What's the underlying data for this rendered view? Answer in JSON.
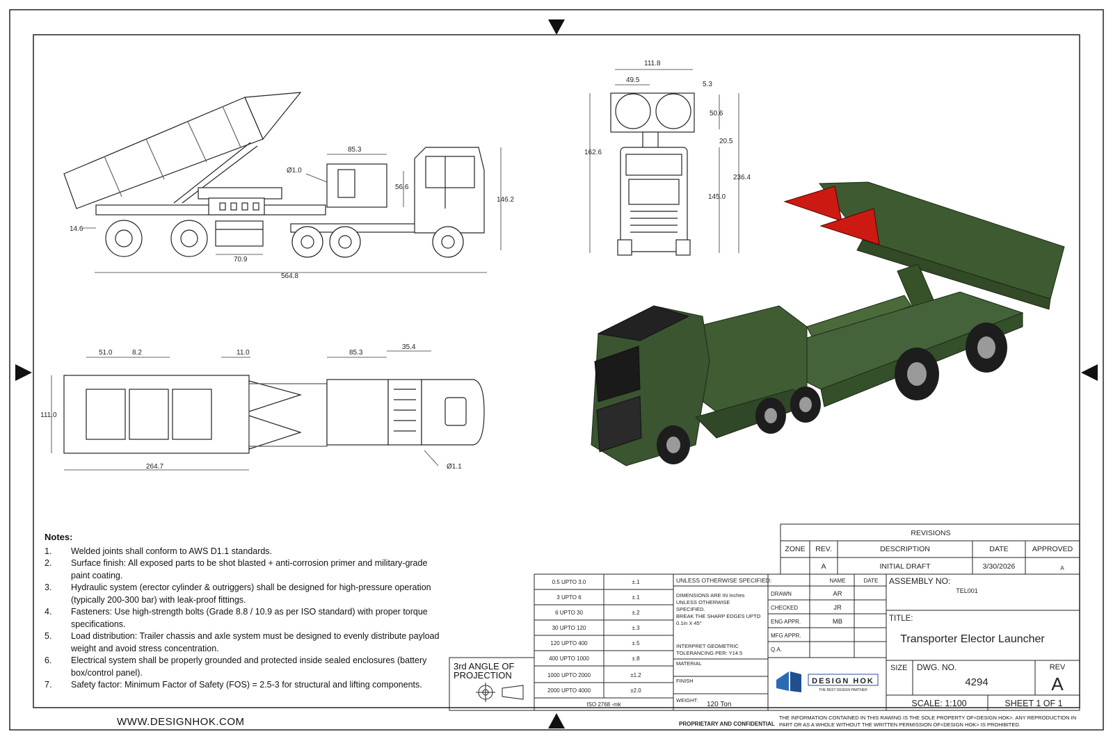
{
  "drawing": {
    "title_label": "TITLE:",
    "title": "Transporter Elector Launcher",
    "assembly_label": "ASSEMBLY NO:",
    "assembly_no": "TEL001",
    "size_label": "SIZE",
    "dwg_label": "DWG.  NO.",
    "dwg_no": "4294",
    "rev_label": "REV",
    "rev": "A",
    "scale": "SCALE: 1:100",
    "sheet": "SHEET 1 OF 1",
    "weight_label": "WEIGHT:",
    "weight": "120 Ton",
    "material_label": "MATERIAL",
    "finish_label": "FINISH",
    "proprietary": "PROPRIETARY AND CONFIDENTIAL",
    "legal": "THE INFORMATION CONTAINED IN THIS RAWING IS THE SOLE PROPERTY OF<DESIGN HOK>.  ANY REPRODUCTION IN PART OR AS A WHOLE WITHOUT THE WRITTEN PERMISSION OF<DESIGN HOK> IS PROHIBITED.",
    "website": "WWW.DESIGNHOK.COM",
    "projection": "3rd ANGLE OF PROJECTION",
    "iso_note": "ISO 2768 -mk"
  },
  "revisions": {
    "header": "REVISIONS",
    "columns": [
      "ZONE",
      "REV.",
      "DESCRIPTION",
      "DATE",
      "APPROVED"
    ],
    "rows": [
      {
        "zone": "",
        "rev": "A",
        "description": "INITIAL DRAFT",
        "date": "3/30/2026",
        "approved": "A"
      }
    ]
  },
  "tolerances": [
    {
      "range": "0.5 UPTO 3.0",
      "tol": "±.1"
    },
    {
      "range": "3 UPTO 6",
      "tol": "±.1"
    },
    {
      "range": "6 UPTO 30",
      "tol": "±.2"
    },
    {
      "range": "30 UPTO 120",
      "tol": "±.3"
    },
    {
      "range": "120 UPTO 400",
      "tol": "±.5"
    },
    {
      "range": "400 UPTO 1000",
      "tol": "±.8"
    },
    {
      "range": "1000 UPTO 2000",
      "tol": "±1.2"
    },
    {
      "range": "2000 UPTO 4000",
      "tol": "±2.0"
    }
  ],
  "spec": {
    "header": "UNLESS OTHERWISE SPECIFIED:",
    "dims": "DIMENSIONS ARE IN Inches",
    "unless": "UNLESS OTHERWISE",
    "specified": "SPECIFIED.",
    "break": "BREAK THE SHARP EDGES UPTO",
    "break2": "0.1in X 45°",
    "interpret": "INTERPRET GEOMETRIC",
    "tolerancing": "TOLERANCING PER: Y14.5"
  },
  "approvals": {
    "col_name": "NAME",
    "col_date": "DATE",
    "rows": [
      {
        "role": "DRAWN",
        "name": "AR"
      },
      {
        "role": "CHECKED",
        "name": "JR"
      },
      {
        "role": "ENG APPR.",
        "name": "MB"
      },
      {
        "role": "MFG APPR.",
        "name": ""
      },
      {
        "role": "Q.A.",
        "name": ""
      }
    ]
  },
  "logo": {
    "text": "DESIGN HOK",
    "tagline": "THE BEST DESIGN PARTNER"
  },
  "notes": {
    "heading": "Notes:",
    "items": [
      {
        "n": "1.",
        "text": "Welded joints shall conform to AWS D1.1 standards."
      },
      {
        "n": "2.",
        "text": "Surface finish: All exposed parts to be shot blasted + anti-corrosion primer and military-grade paint coating."
      },
      {
        "n": "3.",
        "text": "Hydraulic system (erector cylinder & outriggers) shall be designed for high-pressure operation (typically 200-300 bar) with leak-proof fittings."
      },
      {
        "n": "4.",
        "text": "Fasteners: Use high-strength bolts (Grade 8.8 / 10.9 as per ISO standard) with proper torque specifications."
      },
      {
        "n": "5.",
        "text": "Load distribution: Trailer chassis and axle system must be designed to evenly distribute payload weight and      avoid stress concentration."
      },
      {
        "n": "6.",
        "text": "Electrical system shall be properly grounded and protected inside sealed enclosures (battery box/control panel)."
      },
      {
        "n": "7.",
        "text": "Safety factor: Minimum Factor of Safety (FOS) = 2.5-3 for structural and lifting components."
      }
    ]
  },
  "dims": {
    "side_box_w": "85.3",
    "side_hole": "Ø1.0",
    "side_box_h": "56.6",
    "side_height": "146.2",
    "side_ground": "14.6",
    "side_wheel": "70.9",
    "side_length": "564.8",
    "front_width": "111.8",
    "front_pod": "49.5",
    "front_gap": "5.3",
    "front_pod_h": "50.6",
    "front_20": "20.5",
    "front_162": "162.6",
    "front_236": "236.4",
    "front_145": "145.0",
    "top_51": "51.0",
    "top_8": "8.2",
    "top_11": "11.0",
    "top_box": "85.3",
    "top_35": "35.4",
    "top_width": "111.0",
    "top_264": "264.7",
    "top_hole": "Ø1.1"
  }
}
